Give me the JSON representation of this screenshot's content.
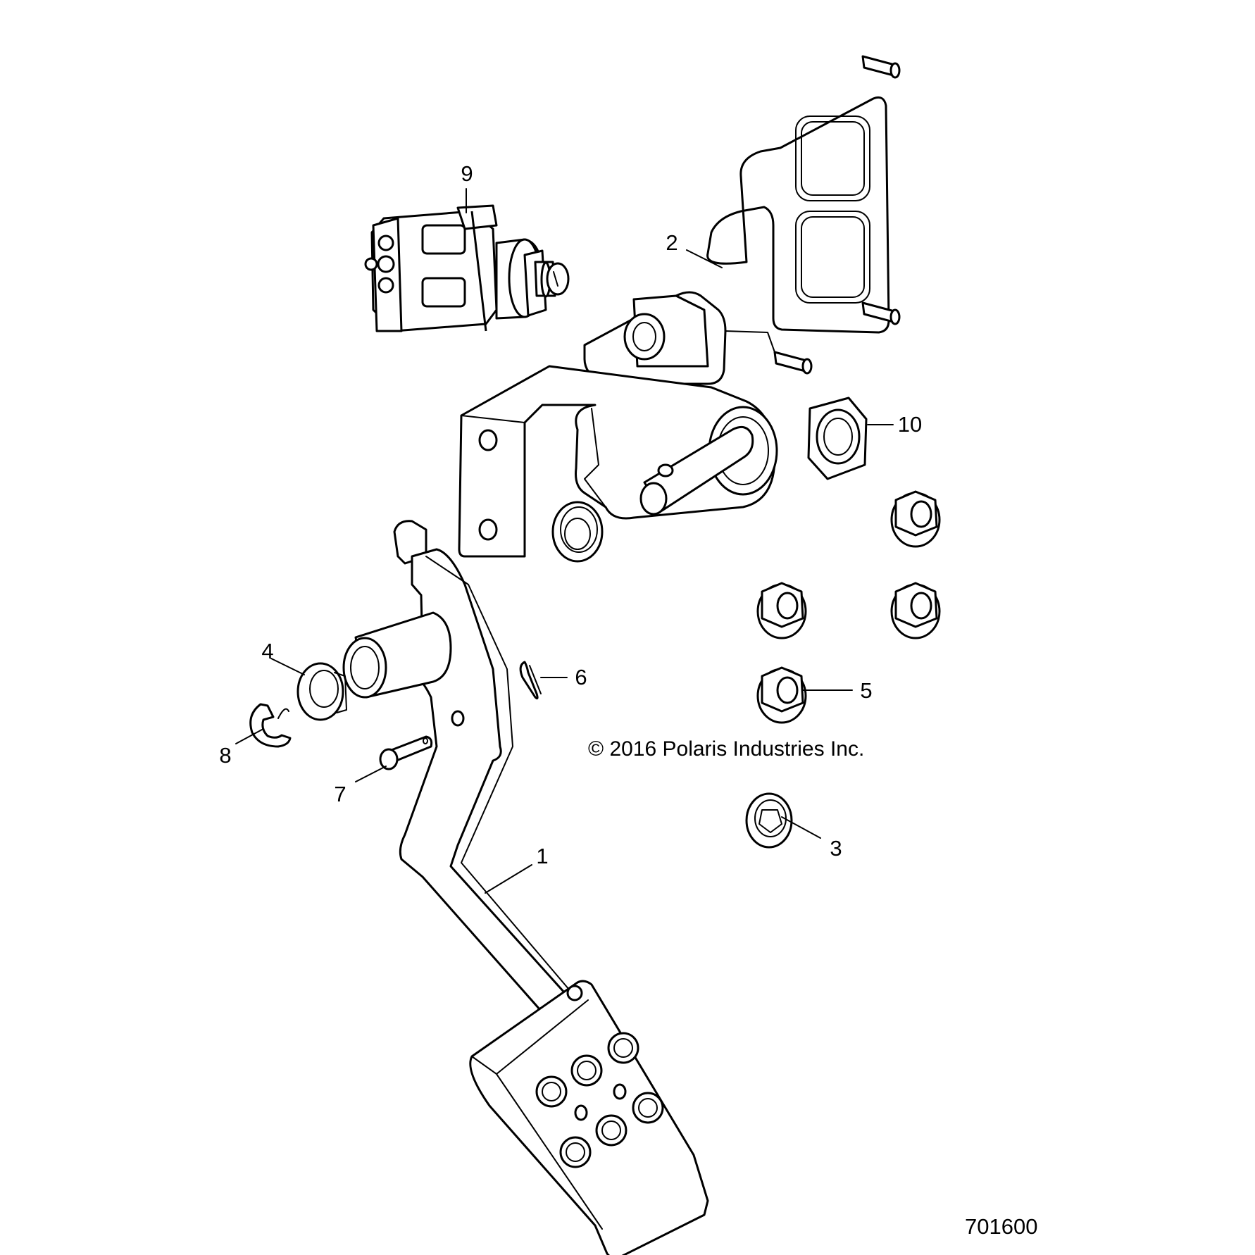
{
  "copyright": "© 2016 Polaris Industries Inc.",
  "drawing_number": "701600",
  "callouts": [
    {
      "id": "1",
      "label": "1"
    },
    {
      "id": "2",
      "label": "2"
    },
    {
      "id": "3",
      "label": "3"
    },
    {
      "id": "4",
      "label": "4"
    },
    {
      "id": "5",
      "label": "5"
    },
    {
      "id": "6",
      "label": "6"
    },
    {
      "id": "7",
      "label": "7"
    },
    {
      "id": "8",
      "label": "8"
    },
    {
      "id": "9",
      "label": "9"
    },
    {
      "id": "10",
      "label": "10"
    }
  ]
}
